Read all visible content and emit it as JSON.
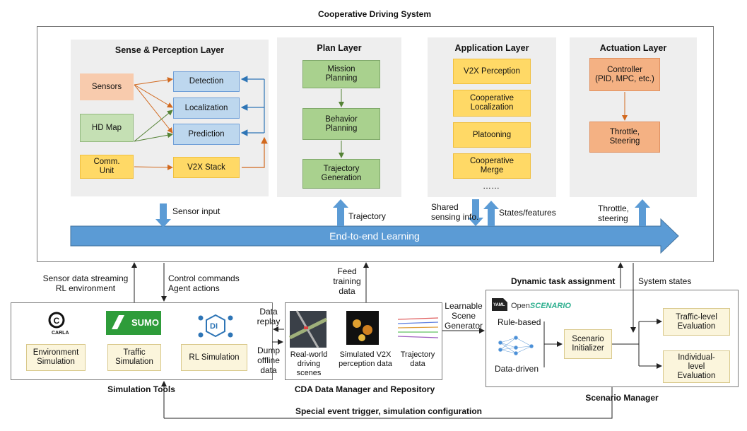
{
  "title": "Cooperative Driving System",
  "layers": {
    "sense": {
      "title": "Sense & Perception Layer",
      "sensors": "Sensors",
      "hd_map": "HD Map",
      "comm_unit": [
        "Comm.",
        "Unit"
      ],
      "detection": "Detection",
      "localization": "Localization",
      "prediction": "Prediction",
      "v2x_stack": "V2X Stack"
    },
    "plan": {
      "title": "Plan Layer",
      "mission": [
        "Mission",
        "Planning"
      ],
      "behavior": [
        "Behavior",
        "Planning"
      ],
      "trajectory": [
        "Trajectory",
        "Generation"
      ]
    },
    "application": {
      "title": "Application Layer",
      "v2x_perception": "V2X Perception",
      "coop_localization": [
        "Cooperative",
        "Localization"
      ],
      "platooning": "Platooning",
      "coop_merge": [
        "Cooperative",
        "Merge"
      ],
      "ellipsis": "……"
    },
    "actuation": {
      "title": "Actuation Layer",
      "controller": [
        "Controller",
        "(PID, MPC, etc.)"
      ],
      "throttle": [
        "Throttle,",
        "Steering"
      ]
    }
  },
  "e2e": "End-to-end Learning",
  "arrow_labels": {
    "sensor_input": "Sensor input",
    "trajectory": "Trajectory",
    "shared_sensing": [
      "Shared",
      "sensing info."
    ],
    "states_features": "States/features",
    "throttle_steering": [
      "Throttle,",
      "steering"
    ],
    "sensor_streaming": [
      "Sensor data streaming",
      "RL environment"
    ],
    "control_commands": [
      "Control commands",
      "Agent actions"
    ],
    "feed_training": [
      "Feed",
      "training",
      "data"
    ],
    "data_replay": [
      "Data",
      "replay"
    ],
    "dump_offline": [
      "Dump",
      "offline",
      "data"
    ],
    "learnable_scene": [
      "Learnable",
      "Scene",
      "Generator"
    ],
    "dynamic_task": "Dynamic task assignment",
    "system_states": "System states",
    "special_event": "Special event trigger, simulation configuration"
  },
  "sim_tools": {
    "title": "Simulation Tools",
    "carla_logo": "CARLA",
    "sumo_logo": "SUMO",
    "di_logo": "DI",
    "env_sim": [
      "Environment",
      "Simulation"
    ],
    "traffic_sim": [
      "Traffic",
      "Simulation"
    ],
    "rl_sim": "RL Simulation"
  },
  "data_manager": {
    "title": "CDA Data Manager and Repository",
    "real_world": [
      "Real-world",
      "driving scenes"
    ],
    "simulated_v2x": [
      "Simulated V2X",
      "perception data"
    ],
    "trajectory_data": [
      "Trajectory",
      "data"
    ]
  },
  "scenario": {
    "title": "Scenario Manager",
    "yaml": "YAML",
    "openscenario_open": "Open",
    "openscenario_rest": "SCENARIO",
    "rule_based": "Rule-based",
    "data_driven": "Data-driven",
    "initializer": [
      "Scenario",
      "Initializer"
    ],
    "traffic_eval": [
      "Traffic-level",
      "Evaluation"
    ],
    "individual_eval": [
      "Individual-",
      "level",
      "Evaluation"
    ]
  },
  "colors": {
    "arrow_blue": "#5b9bd5",
    "sensor_salmon": "#f8cbad",
    "plan_green": "#a9d18e",
    "app_yellow": "#ffd966",
    "actuation_orange": "#f4b183"
  }
}
